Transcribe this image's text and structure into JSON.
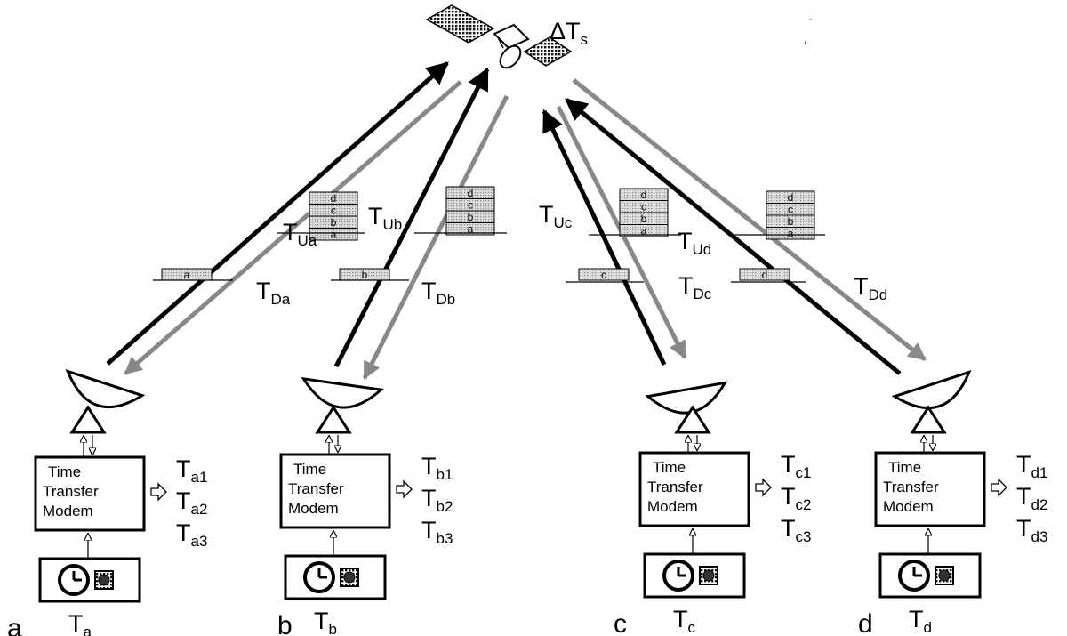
{
  "satellite": {
    "label_main": "ΔT",
    "label_sub": "s"
  },
  "modem": {
    "line1": "Time",
    "line2": "Transfer",
    "line3": "Modem"
  },
  "stations": [
    {
      "id": "a",
      "letter": "a",
      "clock_main": "T",
      "clock_sub": "a",
      "up_main": "T",
      "up_sub": "Ua",
      "down_main": "T",
      "down_sub": "Da",
      "outputs": [
        {
          "main": "T",
          "sub": "a1"
        },
        {
          "main": "T",
          "sub": "a2"
        },
        {
          "main": "T",
          "sub": "a3"
        }
      ],
      "stack": [
        "d",
        "c",
        "b",
        "a"
      ],
      "single": "a"
    },
    {
      "id": "b",
      "letter": "b",
      "clock_main": "T",
      "clock_sub": "b",
      "up_main": "T",
      "up_sub": "Ub",
      "down_main": "T",
      "down_sub": "Db",
      "outputs": [
        {
          "main": "T",
          "sub": "b1"
        },
        {
          "main": "T",
          "sub": "b2"
        },
        {
          "main": "T",
          "sub": "b3"
        }
      ],
      "stack": [
        "d",
        "c",
        "b",
        "a"
      ],
      "single": "b"
    },
    {
      "id": "c",
      "letter": "c",
      "clock_main": "T",
      "clock_sub": "c",
      "up_main": "T",
      "up_sub": "Uc",
      "down_main": "T",
      "down_sub": "Dc",
      "outputs": [
        {
          "main": "T",
          "sub": "c1"
        },
        {
          "main": "T",
          "sub": "c2"
        },
        {
          "main": "T",
          "sub": "c3"
        }
      ],
      "stack": [
        "d",
        "c",
        "b",
        "a"
      ],
      "single": "c"
    },
    {
      "id": "d",
      "letter": "d",
      "clock_main": "T",
      "clock_sub": "d",
      "up_main": "T",
      "up_sub": "Ud",
      "down_main": "T",
      "down_sub": "Dd",
      "outputs": [
        {
          "main": "T",
          "sub": "d1"
        },
        {
          "main": "T",
          "sub": "d2"
        },
        {
          "main": "T",
          "sub": "d3"
        }
      ],
      "stack": [
        "d",
        "c",
        "b",
        "a"
      ],
      "single": "d"
    }
  ]
}
